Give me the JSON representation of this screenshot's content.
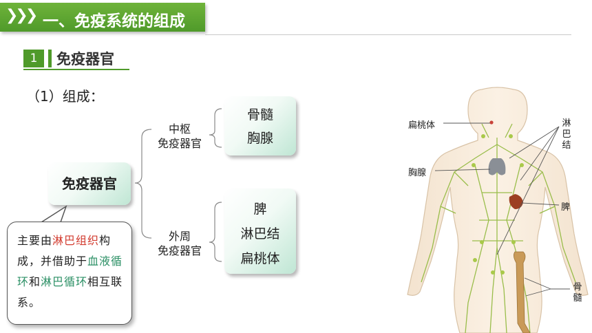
{
  "header": {
    "chevrons": "❯❯❯",
    "title": "一、免疫系统的组成",
    "color": "#5aa531"
  },
  "section": {
    "number": "1",
    "title": "免疫器官"
  },
  "composition_label": "（1）组成：",
  "diagram": {
    "root": "免疫器官",
    "central": {
      "label_line1": "中枢",
      "label_line2": "免疫器官",
      "items": [
        "骨髓",
        "胸腺"
      ]
    },
    "peripheral": {
      "label_line1": "外周",
      "label_line2": "免疫器官",
      "items": [
        "脾",
        "淋巴结",
        "扁桃体"
      ]
    }
  },
  "note": {
    "parts": [
      {
        "text": "主要由",
        "color": "default"
      },
      {
        "text": "淋巴组织",
        "color": "red"
      },
      {
        "text": "构成，并借助于",
        "color": "default"
      },
      {
        "text": "血液循环",
        "color": "green"
      },
      {
        "text": "和",
        "color": "default"
      },
      {
        "text": "淋巴循环",
        "color": "green"
      },
      {
        "text": "相互联系。",
        "color": "default"
      }
    ],
    "colors": {
      "red": "#d23a2e",
      "green": "#2a8f64"
    }
  },
  "anatomy": {
    "tonsil": "扁桃体",
    "thymus": "胸腺",
    "lymph_nodes": "淋巴结",
    "spleen": "脾",
    "bone_marrow": "骨髓"
  }
}
